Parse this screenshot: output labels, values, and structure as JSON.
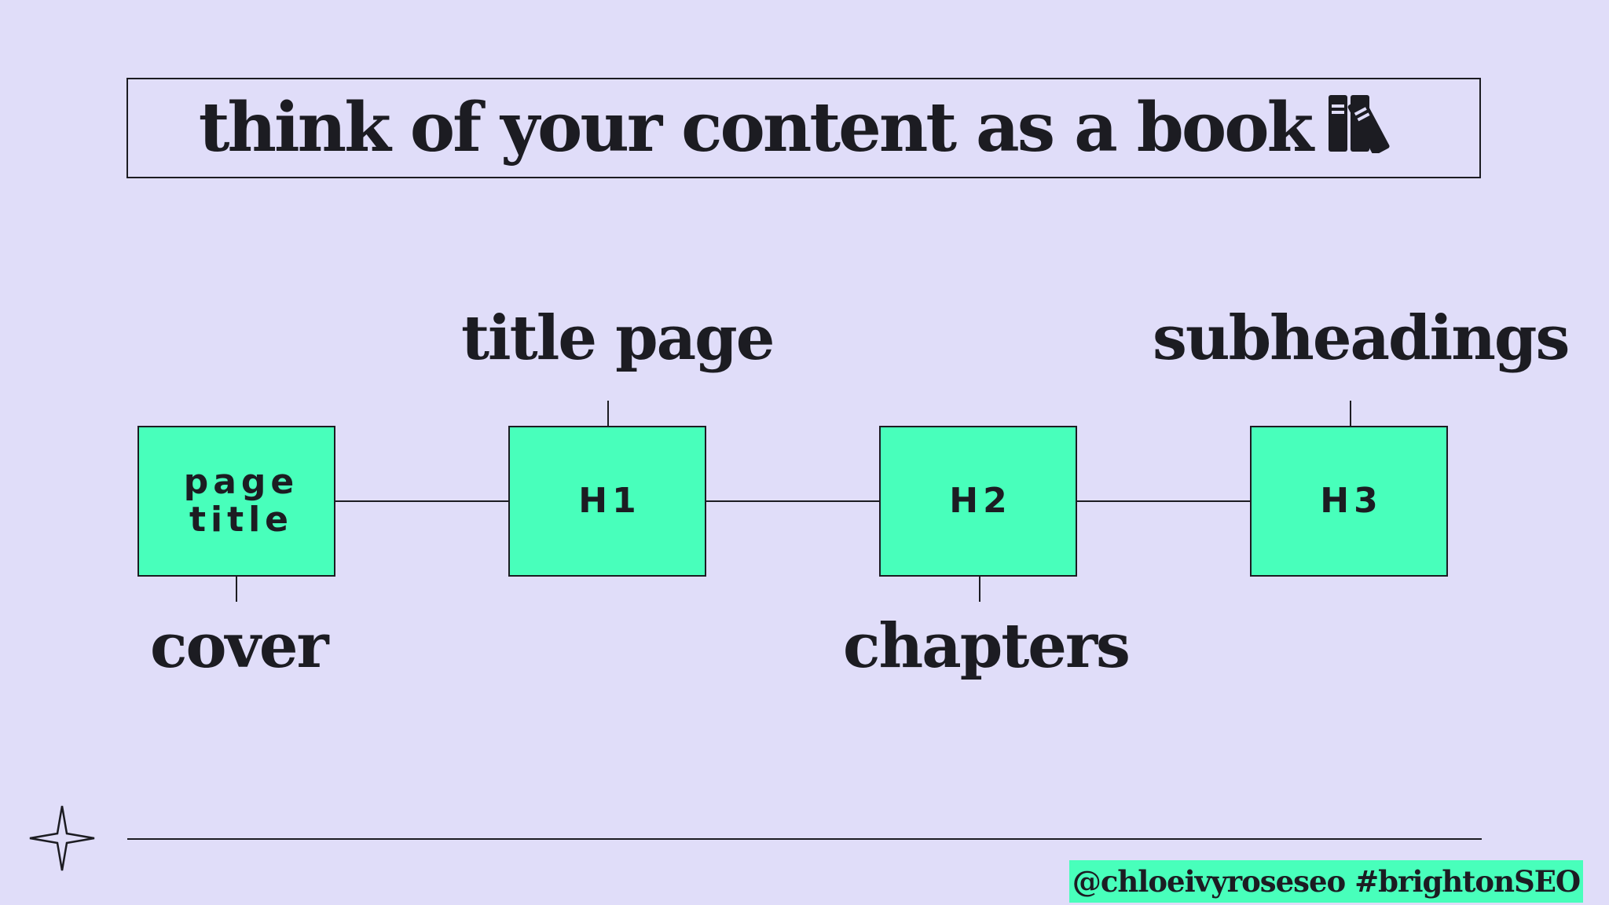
{
  "slide": {
    "title": "think of your content as a book",
    "title_icon": "books-icon"
  },
  "nodes": [
    {
      "id": "page-title",
      "line1": "page",
      "line2": "title"
    },
    {
      "id": "h1",
      "text": "H1"
    },
    {
      "id": "h2",
      "text": "H2"
    },
    {
      "id": "h3",
      "text": "H3"
    }
  ],
  "labels": {
    "cover": "cover",
    "title_page": "title page",
    "chapters": "chapters",
    "subheadings": "subheadings"
  },
  "footer": {
    "handle": "@chloeivyroseseo #brightonSEO",
    "icon": "four-point-star-icon"
  },
  "colors": {
    "background": "#e0ddf9",
    "accent": "#48ffbb",
    "ink": "#1c1c22"
  }
}
